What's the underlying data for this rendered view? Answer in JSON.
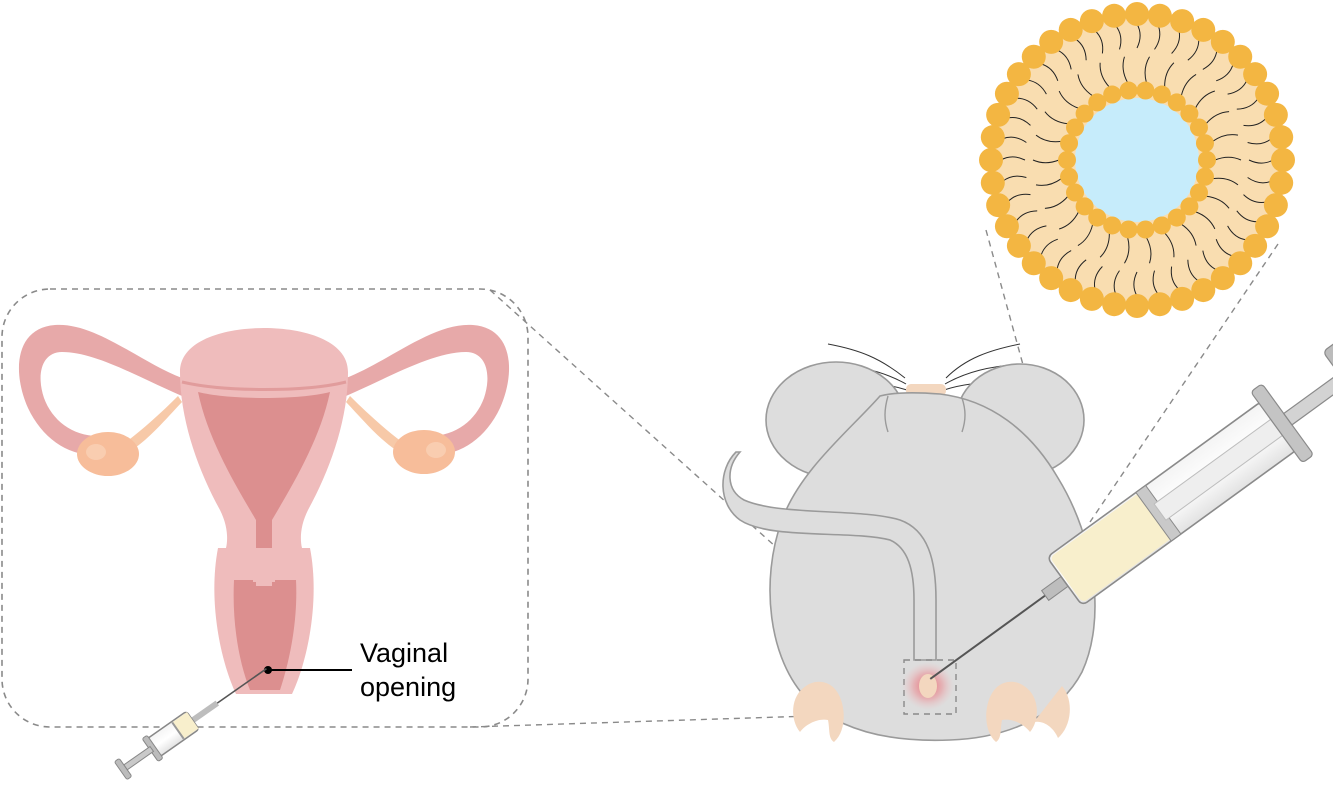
{
  "labels": {
    "vaginal_opening_line1": "Vaginal",
    "vaginal_opening_line2": "opening"
  },
  "colors": {
    "background": "#ffffff",
    "mouse_body": "#dddddd",
    "mouse_outline": "#9a9a9a",
    "uterus_outer": "#e7a9a9",
    "uterus_inner": "#dc8f8f",
    "ovary": "#f7bd9a",
    "paw": "#f3d7bf",
    "lipid_head": "#f3b642",
    "lipid_shell": "#f9ddb0",
    "liposome_core": "#c6ecfb",
    "syringe_fill": "#f8efcc",
    "injection_glow": "#e8505b",
    "dashed_line": "#8a8a8a"
  },
  "icons": [
    "uterus-diagram",
    "mouse-back-view",
    "syringe-large",
    "syringe-small",
    "liposome-cross-section"
  ]
}
